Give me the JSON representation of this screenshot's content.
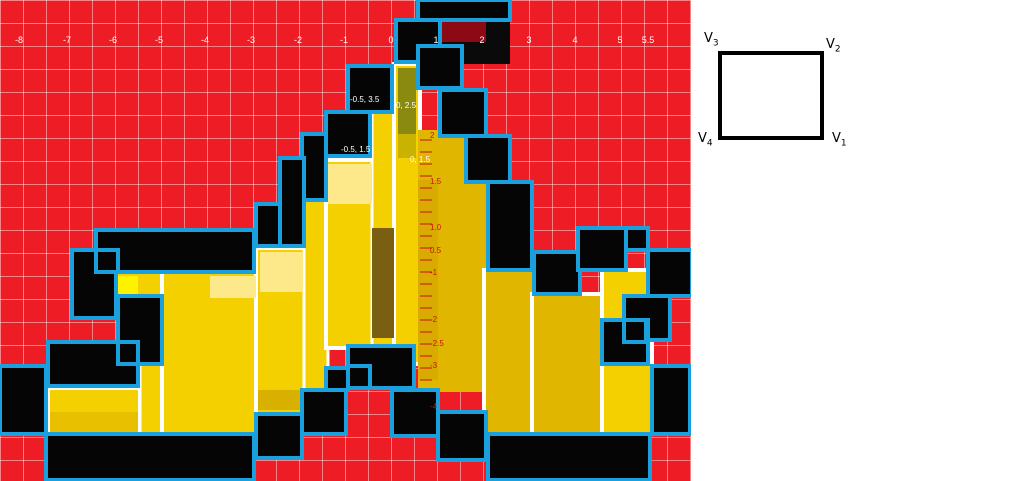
{
  "colors": {
    "background": "#ee1c24",
    "block_fill": "#050505",
    "block_outline": "#1aa0dc",
    "figure_outline": "#ffffff",
    "gold": "#f5d000",
    "dark_gold": "#e1b600",
    "olive": "#7a5e12",
    "pale_yellow": "#fde88a",
    "maroon": "#8b0a14",
    "scale_red": "#c81010"
  },
  "x_axis_ticks": [
    "-8",
    "-7",
    "-6",
    "-5",
    "-4",
    "-3",
    "-2",
    "-1",
    "0",
    "1",
    "2",
    "3",
    "4",
    "5",
    "5.5"
  ],
  "y_axis_ticks": [
    "2",
    "1.5",
    "1.0",
    "0.5",
    "-1",
    "-2",
    "-2.5",
    "-3",
    "-4"
  ],
  "point_labels": {
    "top_left": "-0.5, 3.5",
    "top_right": "0, 2.5",
    "middle_left": "-0.5, 1.5",
    "middle_right": "0, 1.5"
  },
  "vertex_diagram": {
    "labels": [
      {
        "letter": "V",
        "index": "3"
      },
      {
        "letter": "V",
        "index": "2"
      },
      {
        "letter": "V",
        "index": "4"
      },
      {
        "letter": "V",
        "index": "1"
      }
    ]
  }
}
